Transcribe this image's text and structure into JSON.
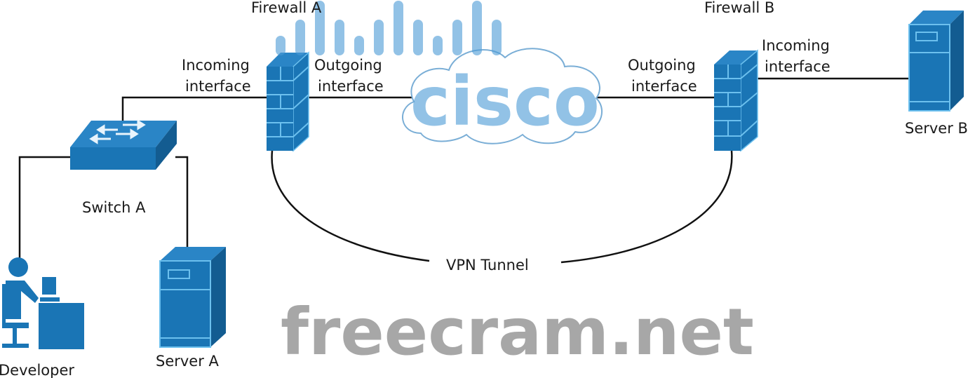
{
  "labels": {
    "firewall_a": "Firewall A",
    "firewall_b": "Firewall B",
    "fw_a_incoming": [
      "Incoming",
      "interface"
    ],
    "fw_a_outgoing": [
      "Outgoing",
      "interface"
    ],
    "fw_b_outgoing": [
      "Outgoing",
      "interface"
    ],
    "fw_b_incoming": [
      "Incoming",
      "interface"
    ],
    "switch_a": "Switch A",
    "developer": "Developer",
    "server_a": "Server A",
    "server_b": "Server B",
    "vpn_tunnel": "VPN Tunnel"
  },
  "watermarks": {
    "logo": "cisco",
    "site": "freecram.net"
  },
  "colors": {
    "device_blue": "#1a75b5",
    "device_dark": "#135c91",
    "device_light": "#5fb3e6",
    "line": "#111111"
  }
}
